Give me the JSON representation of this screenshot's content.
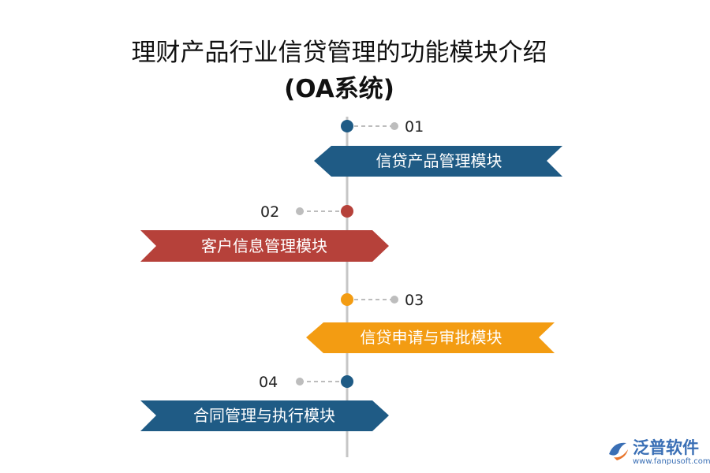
{
  "title": {
    "line1": "理财产品行业信贷管理的功能模块介绍",
    "line2": "(OA系统)"
  },
  "colors": {
    "navy": "#1f5b85",
    "red": "#b6413a",
    "orange": "#f39c12",
    "timeline": "#c6c6c6",
    "connector": "#bdbdbd"
  },
  "modules": [
    {
      "number": "01",
      "label": "信贷产品管理模块",
      "color": "#1f5b85",
      "side": "right"
    },
    {
      "number": "02",
      "label": "客户信息管理模块",
      "color": "#b6413a",
      "side": "left"
    },
    {
      "number": "03",
      "label": "信贷申请与审批模块",
      "color": "#f39c12",
      "side": "right"
    },
    {
      "number": "04",
      "label": "合同管理与执行模块",
      "color": "#1f5b85",
      "side": "left"
    }
  ],
  "logo": {
    "name": "泛普软件",
    "url": "www.fanpusoft.com",
    "icon": "fanpu-logo-icon"
  }
}
